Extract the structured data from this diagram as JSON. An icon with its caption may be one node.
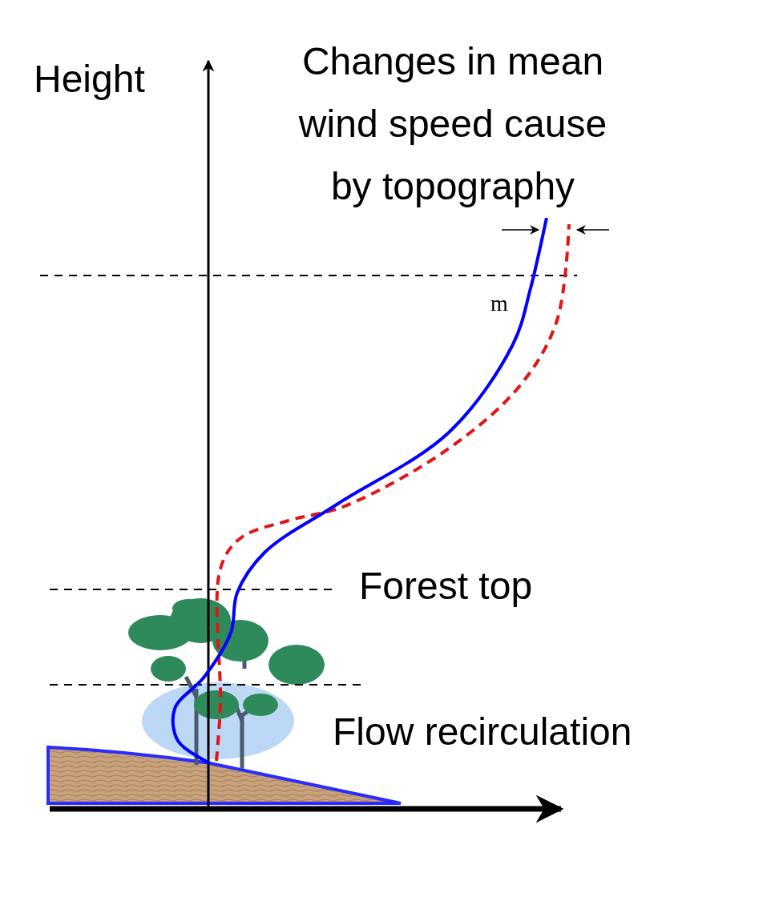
{
  "diagram": {
    "title": "Changes in mean wind speed cause by topography",
    "labels": [
      "Height",
      "m",
      "Forest top",
      "Flow recirculation"
    ]
  }
}
